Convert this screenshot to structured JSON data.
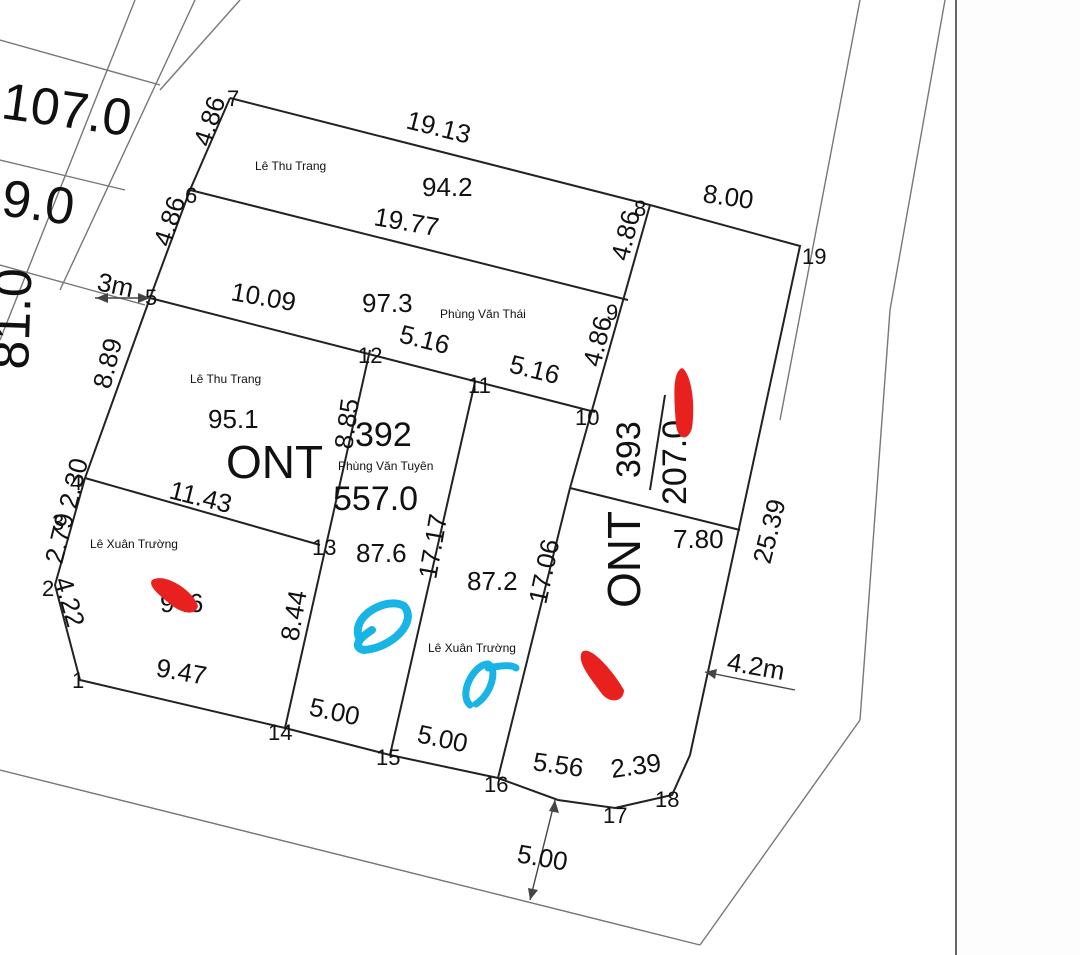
{
  "colors": {
    "background": "#ffffff",
    "line": "#222222",
    "mark_red": "#e8211f",
    "mark_blue": "#18b4e6"
  },
  "edge_parcels": {
    "top": "107.0",
    "second": "9.0",
    "vertical": "81.0"
  },
  "owners": {
    "le_thu_trang_1": "Lê Thu Trang",
    "le_thu_trang_2": "Lê Thu Trang",
    "phung_van_thai": "Phùng Văn Thái",
    "phung_van_tuyen": "Phùng Văn Tuyên",
    "le_xuan_truong_1": "Lê Xuân Trường",
    "le_xuan_truong_2": "Lê Xuân Trường"
  },
  "parcel_labels": {
    "area_94": "94.2",
    "area_973": "97.3",
    "area_951": "95.1",
    "ont_left": "ONT",
    "num_392": "392",
    "area_557": "557.0",
    "area_876": "87.6",
    "area_872": "87.2",
    "area_9x6": "9 .6",
    "num_393": "393",
    "area_2070": "207.0",
    "ont_right": "ONT"
  },
  "points": [
    "1",
    "2",
    "3",
    "4",
    "5",
    "6",
    "7",
    "8",
    "9",
    "10",
    "11",
    "12",
    "13",
    "14",
    "15",
    "16",
    "17",
    "18",
    "19"
  ],
  "dimensions": {
    "d_1913": "19.13",
    "d_800": "8.00",
    "d_1977": "19.77",
    "d_486_a": "4.86",
    "d_486_b": "4.86",
    "d_486_c": "4.86",
    "d_486_d": "4.86",
    "d_3m": "3m",
    "d_1009": "10.09",
    "d_516_a": "5.16",
    "d_516_b": "5.16",
    "d_889": "8.89",
    "d_885": "8.85",
    "d_1143": "11.43",
    "d_279": "2.79",
    "d_230": "2.30",
    "d_422": "4.22",
    "d_947": "9.47",
    "d_844": "8.44",
    "d_1717": "17.17",
    "d_1706": "17.06",
    "d_780": "7.80",
    "d_2539": "25.39",
    "d_42m": "4.2m",
    "d_500_a": "5.00",
    "d_500_b": "5.00",
    "d_556": "5.56",
    "d_239": "2.39",
    "d_500_c": "5.00"
  }
}
